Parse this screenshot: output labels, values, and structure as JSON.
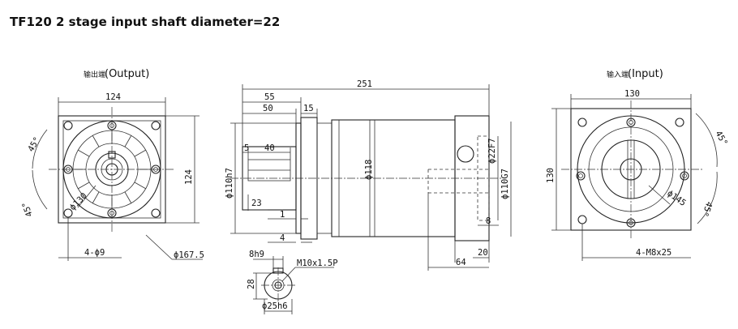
{
  "title": "TF120 2 stage input shaft diameter=22",
  "output_view": {
    "label_cn": "输出端",
    "label_en": "(Output)",
    "dim_top": "124",
    "dim_right": "124",
    "angle_top": "45°",
    "angle_bottom": "45°",
    "pcd": "ϕ130",
    "holes": "4-ϕ9",
    "outer": "ϕ167.5"
  },
  "side_view": {
    "overall_length": "251",
    "flange_length": "55",
    "shaft_length": "50",
    "flange_thickness": "15",
    "key_offset": "5",
    "key_length": "40",
    "pilot_diameter": "ϕ110h7",
    "shaft_height": "23",
    "body_diameter": "ϕ118",
    "gap_1": "1",
    "gap_4": "4",
    "input_bore": "ϕ22F7",
    "input_pilot": "ϕ110G7",
    "dim_8": "8",
    "dim_20": "20",
    "dim_64": "64"
  },
  "shaft_section": {
    "key_width": "8h9",
    "height": "28",
    "thread": "M10x1.5P",
    "diameter": "ϕ25h6"
  },
  "input_view": {
    "label_cn": "输入端",
    "label_en": "(Input)",
    "dim_top": "130",
    "dim_left": "130",
    "angle_top": "45°",
    "angle_bottom": "45°",
    "pcd": "ϕ145",
    "holes": "4-M8x25"
  }
}
